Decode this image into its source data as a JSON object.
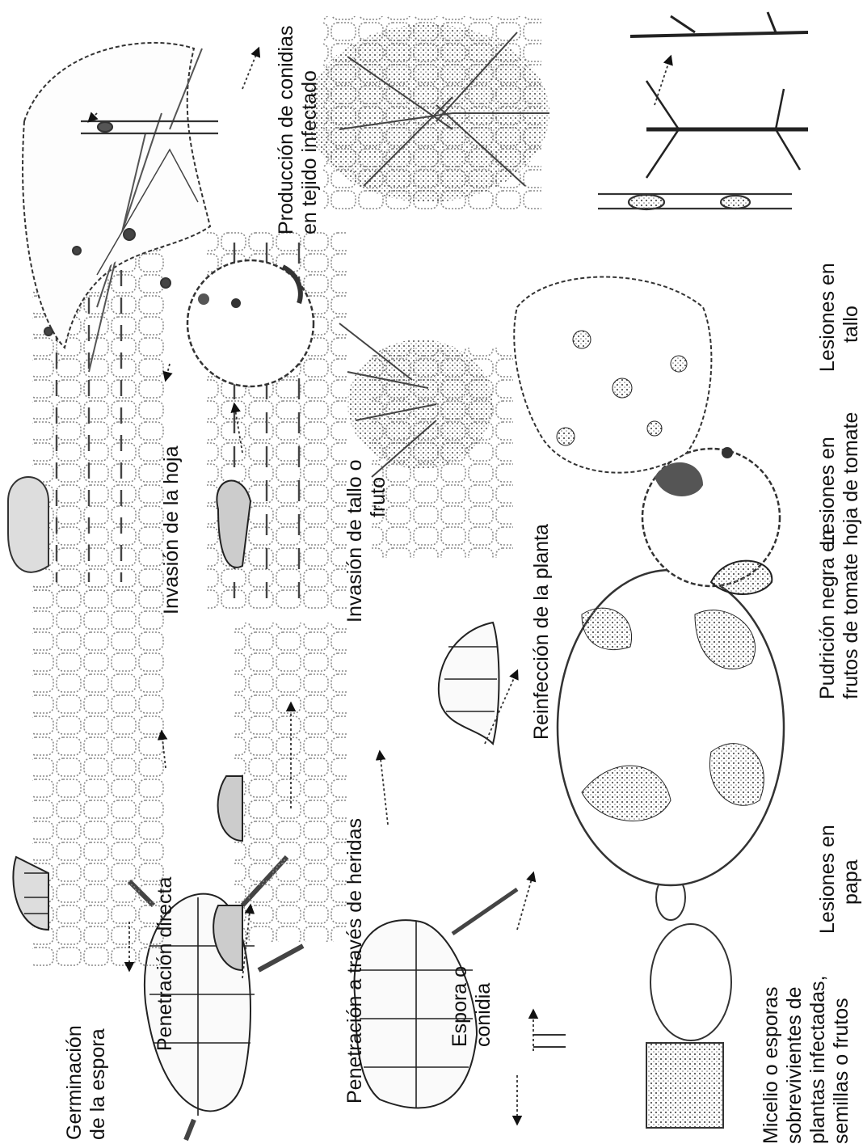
{
  "labels": {
    "germination": [
      "Germinación",
      "de la espora"
    ],
    "direct_penetration": "Penetración directa",
    "leaf_invasion": "Invasión de la hoja",
    "stem_fruit_invasion": [
      "Invasión de tallo         o",
      "fruto"
    ],
    "conidia_production": [
      "Producción de conidias",
      "en tejido infectado"
    ],
    "wound_penetration": "Penetración a través de heridas",
    "spore": [
      "Espora o",
      "conidia"
    ],
    "reinfection": "Reinfección de la planta",
    "mycelium": [
      "Micelio o esporas",
      "sobrevivientes de",
      "plantas infectadas,",
      "semillas o frutos"
    ],
    "potato_lesions": [
      "Lesiones en",
      "papa"
    ],
    "fruit_rot": [
      "Pudrición negra en",
      "frutos de tomate"
    ],
    "leaf_lesions": [
      "Lesiones en",
      "hoja de tomate"
    ],
    "stem_lesions": [
      "Lesiones en",
      "tallo"
    ]
  },
  "colors": {
    "ink": "#1a1a1a",
    "stipple": "#6b6b6b",
    "background": "#ffffff"
  }
}
